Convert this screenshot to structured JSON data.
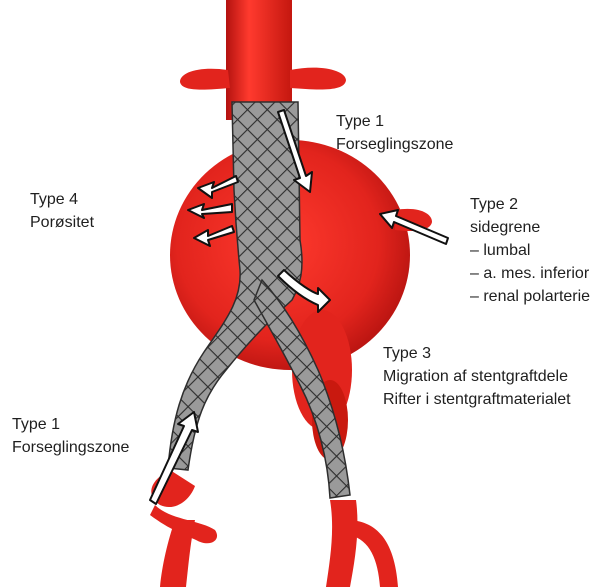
{
  "colors": {
    "vessel": "#e2241d",
    "vessel_dark": "#b3120f",
    "graft": "#7d7d7d",
    "graft_dark": "#3a3a3a",
    "arrow_fill": "#ffffff",
    "arrow_outline": "#111111",
    "text": "#1f1f1f"
  },
  "labels": {
    "type1_top": {
      "title": "Type 1",
      "lines": [
        "Forseglingszone"
      ]
    },
    "type4": {
      "title": "Type 4",
      "lines": [
        "Porøsitet"
      ]
    },
    "type2": {
      "title": "Type 2",
      "lines": [
        "sidegrene",
        "– lumbal",
        "– a. mes. inferior",
        "– renal polarterie"
      ]
    },
    "type3": {
      "title": "Type 3",
      "lines": [
        "Migration af stentgraftdele",
        "Rifter i stentgraftmaterialet"
      ]
    },
    "type1_bottom": {
      "title": "Type 1",
      "lines": [
        "Forseglingszone"
      ]
    }
  },
  "icons": [
    "endoleak-arrow-icon"
  ]
}
